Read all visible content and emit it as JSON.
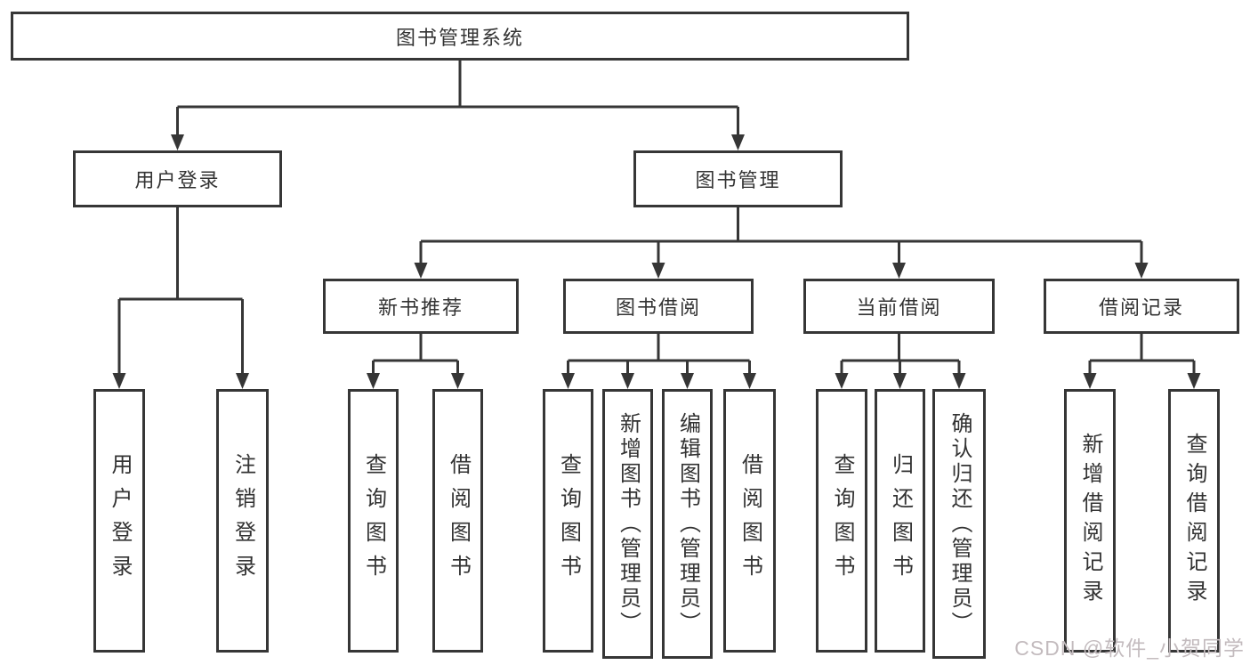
{
  "diagram": {
    "root": {
      "label": "图书管理系统"
    },
    "login": {
      "label": "用户登录",
      "children": [
        {
          "label": "用户登录"
        },
        {
          "label": "注销登录"
        }
      ]
    },
    "mgmt": {
      "label": "图书管理",
      "sections": [
        {
          "label": "新书推荐",
          "children": [
            {
              "label": "查询图书"
            },
            {
              "label": "借阅图书"
            }
          ]
        },
        {
          "label": "图书借阅",
          "children": [
            {
              "label": "查询图书"
            },
            {
              "label": "新增图书（管理员）"
            },
            {
              "label": "编辑图书（管理员）"
            },
            {
              "label": "借阅图书"
            }
          ]
        },
        {
          "label": "当前借阅",
          "children": [
            {
              "label": "查询图书"
            },
            {
              "label": "归还图书"
            },
            {
              "label": "确认归还（管理员）"
            }
          ]
        },
        {
          "label": "借阅记录",
          "children": [
            {
              "label": "新增借阅记录"
            },
            {
              "label": "查询借阅记录"
            }
          ]
        }
      ]
    },
    "watermark": "CSDN @软件_小贺同学",
    "colors": {
      "line": "#363636",
      "text": "#333333",
      "watermark": "#c3bbbe",
      "background": "#ffffff"
    }
  }
}
